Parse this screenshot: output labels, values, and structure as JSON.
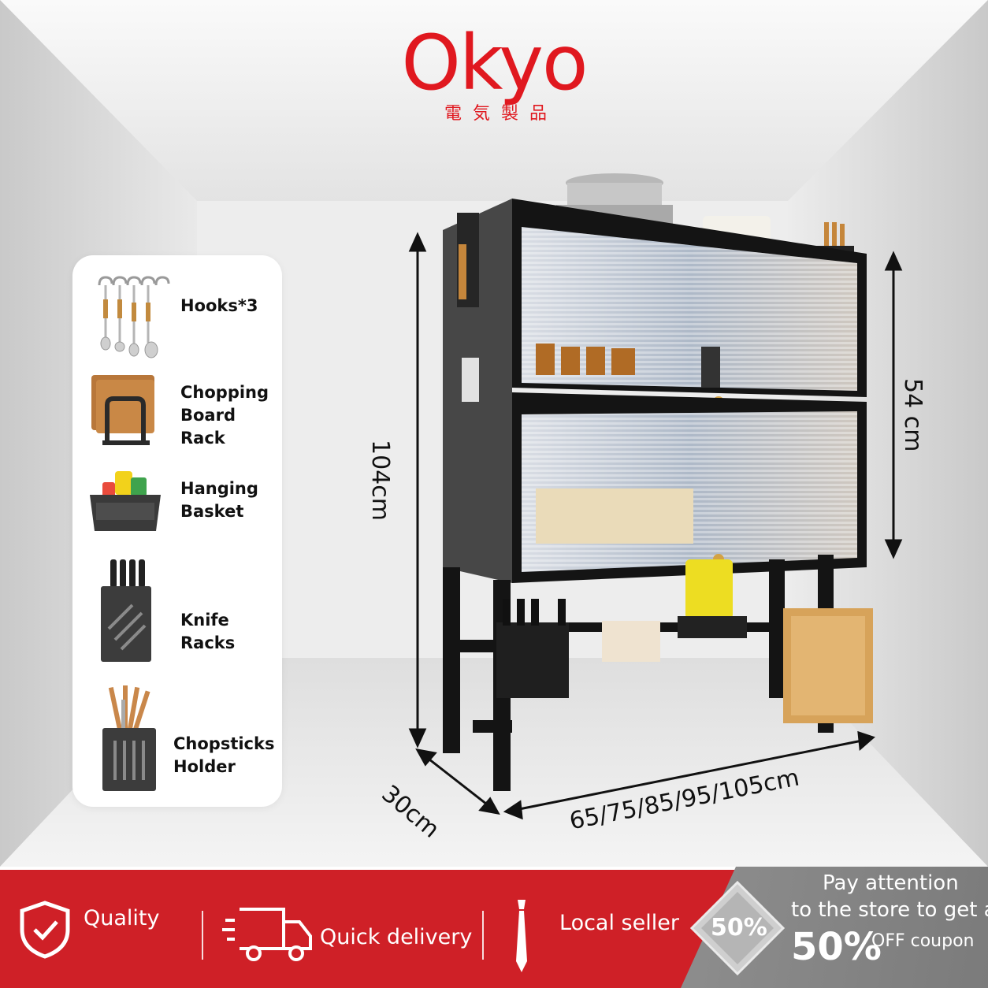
{
  "brand": {
    "name": "Okyo",
    "subtitle": "電気製品"
  },
  "accessories": [
    {
      "label": "Hooks*3",
      "icon": "hooks-icon"
    },
    {
      "label": "Chopping\nBoard Rack",
      "icon": "chopping-board-rack-icon"
    },
    {
      "label": "Hanging\nBasket",
      "icon": "hanging-basket-icon"
    },
    {
      "label": "Knife Racks",
      "icon": "knife-rack-icon"
    },
    {
      "label": "Chopsticks\nHolder",
      "icon": "chopsticks-holder-icon"
    }
  ],
  "dimensions": {
    "height": "104cm",
    "cabinet_height": "54 cm",
    "depth": "30cm",
    "width": "65/75/85/95/105cm"
  },
  "features": [
    {
      "label": "Quality",
      "icon": "shield-check-icon"
    },
    {
      "label": "Quick delivery",
      "icon": "delivery-truck-icon"
    },
    {
      "label": "Local seller",
      "icon": "tie-icon"
    }
  ],
  "promo": {
    "badge": "50%",
    "line1": "Pay attention",
    "line2": "to the store to get a",
    "big": "50%",
    "suffix": "OFF coupon"
  },
  "colors": {
    "brand_red": "#e0181f",
    "bar_red": "#cf2027",
    "promo_gray": "#8a8a8a",
    "cabinet_black": "#111111"
  }
}
